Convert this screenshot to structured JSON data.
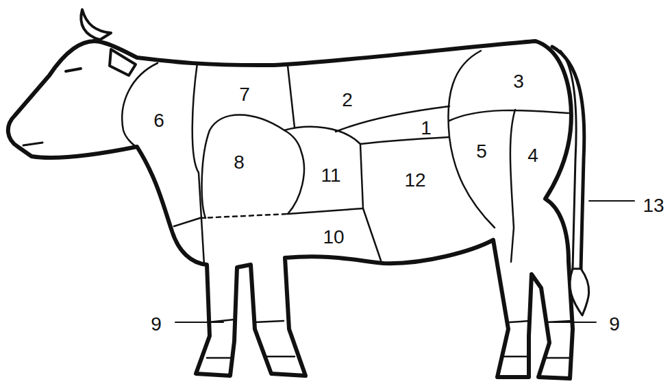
{
  "diagram": {
    "labels": [
      "6",
      "7",
      "2",
      "1",
      "3",
      "8",
      "11",
      "12",
      "5",
      "4",
      "13",
      "10",
      "9",
      "9"
    ]
  }
}
